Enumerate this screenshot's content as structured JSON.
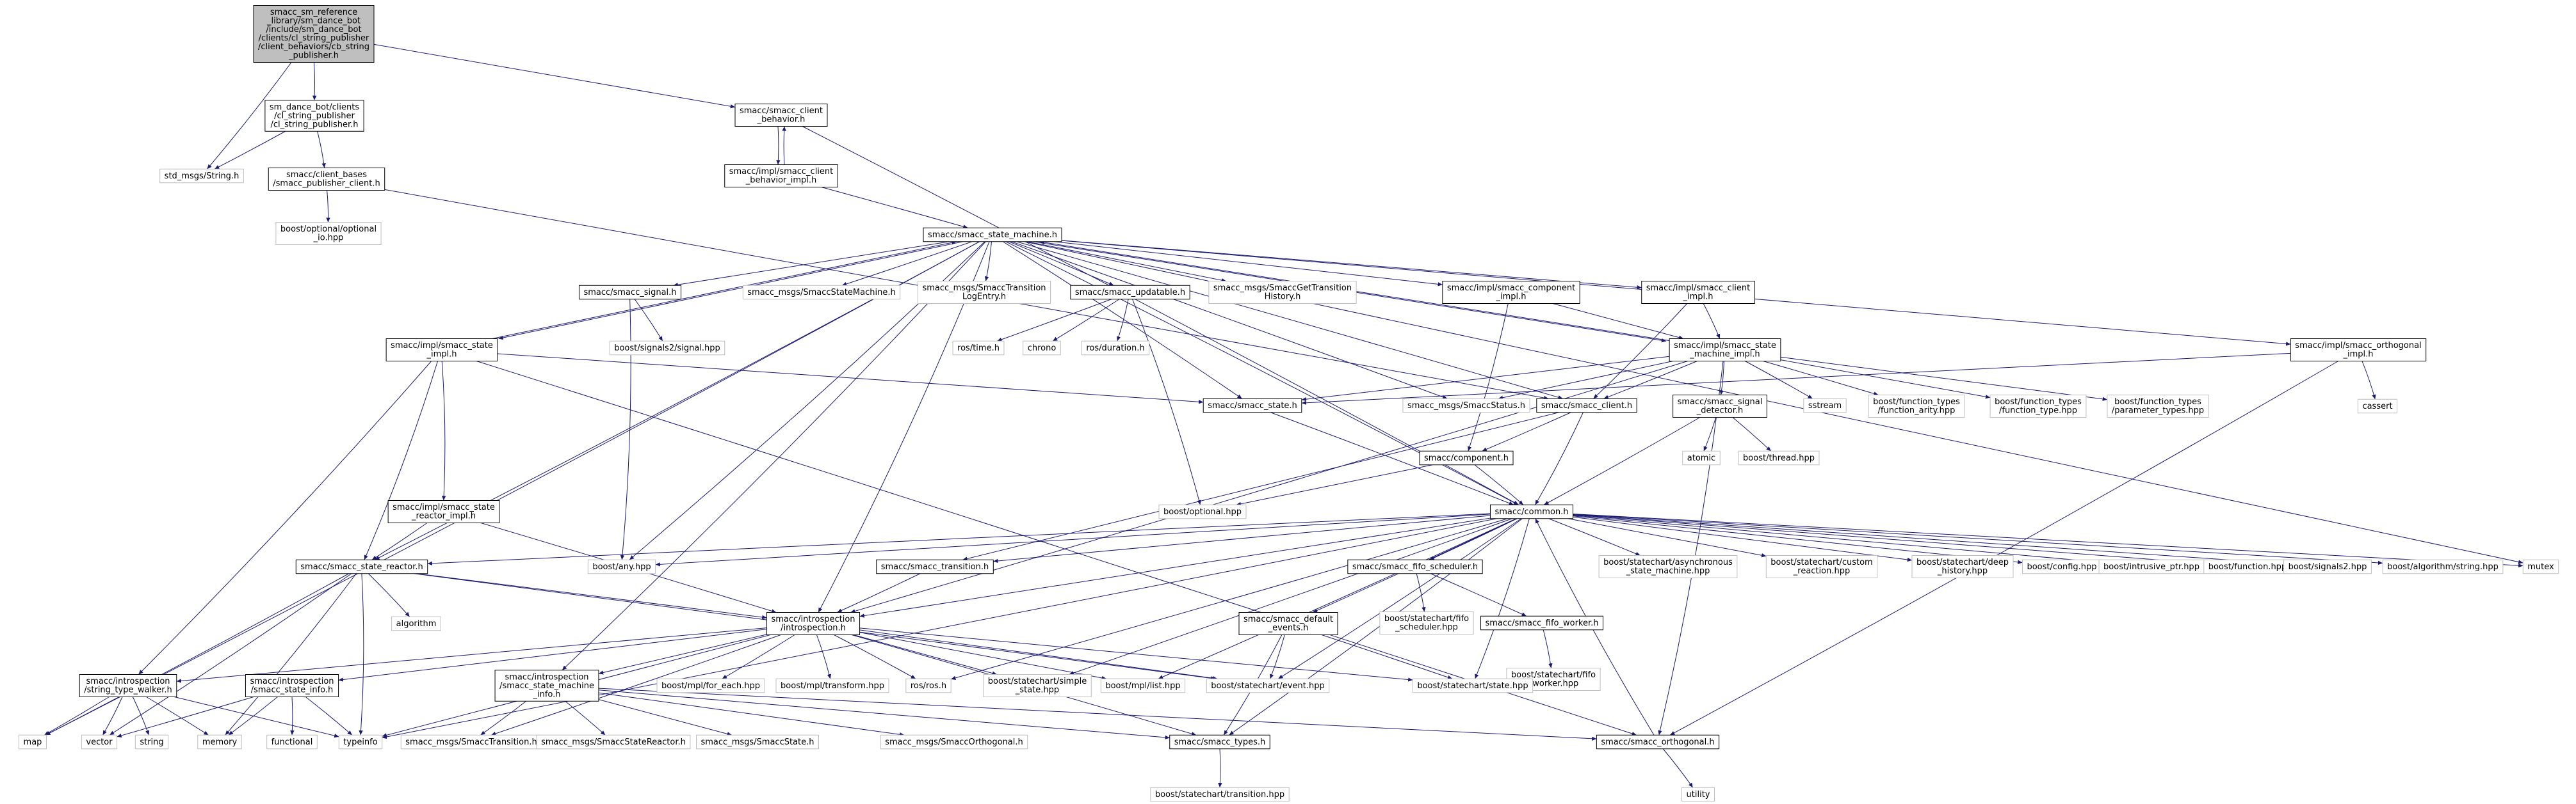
{
  "colors": {
    "edge": "#191970",
    "box_border": "#000000",
    "box_fill": "#ffffff",
    "root_fill": "#bfbfbf",
    "external_border": "#bfbfbf",
    "text": "#000000"
  },
  "nodes": [
    {
      "id": "root",
      "kind": "root",
      "lines": [
        "smacc_sm_reference",
        "_library/sm_dance_bot",
        "/include/sm_dance_bot",
        "/clients/cl_string_publisher",
        "/client_behaviors/cb_string",
        "_publisher.h"
      ]
    },
    {
      "id": "cl_string_publisher",
      "kind": "file",
      "lines": [
        "sm_dance_bot/clients",
        "/cl_string_publisher",
        "/cl_string_publisher.h"
      ]
    },
    {
      "id": "std_msgs_string",
      "kind": "external",
      "lines": [
        "std_msgs/String.h"
      ]
    },
    {
      "id": "smacc_publisher_client",
      "kind": "file",
      "lines": [
        "smacc/client_bases",
        "/smacc_publisher_client.h"
      ]
    },
    {
      "id": "boost_optional_io",
      "kind": "external",
      "lines": [
        "boost/optional/optional",
        "_io.hpp"
      ]
    },
    {
      "id": "smacc_client_behavior",
      "kind": "file",
      "lines": [
        "smacc/smacc_client",
        "_behavior.h"
      ]
    },
    {
      "id": "smacc_client_behavior_impl",
      "kind": "file",
      "lines": [
        "smacc/impl/smacc_client",
        "_behavior_impl.h"
      ]
    },
    {
      "id": "smacc_state_machine",
      "kind": "file",
      "lines": [
        "smacc/smacc_state_machine.h"
      ]
    },
    {
      "id": "smacc_signal",
      "kind": "file",
      "lines": [
        "smacc/smacc_signal.h"
      ]
    },
    {
      "id": "boost_signals2_signal",
      "kind": "external",
      "lines": [
        "boost/signals2/signal.hpp"
      ]
    },
    {
      "id": "smacc_msgs_state_machine",
      "kind": "external",
      "lines": [
        "smacc_msgs/SmaccStateMachine.h"
      ]
    },
    {
      "id": "smacc_msgs_transition_log",
      "kind": "external",
      "lines": [
        "smacc_msgs/SmaccTransition",
        "LogEntry.h"
      ]
    },
    {
      "id": "smacc_updatable",
      "kind": "file",
      "lines": [
        "smacc/smacc_updatable.h"
      ]
    },
    {
      "id": "ros_time",
      "kind": "external",
      "lines": [
        "ros/time.h"
      ]
    },
    {
      "id": "chrono",
      "kind": "external",
      "lines": [
        "chrono"
      ]
    },
    {
      "id": "ros_duration",
      "kind": "external",
      "lines": [
        "ros/duration.h"
      ]
    },
    {
      "id": "smacc_msgs_get_transition",
      "kind": "external",
      "lines": [
        "smacc_msgs/SmaccGetTransition",
        "History.h"
      ]
    },
    {
      "id": "smacc_component_impl",
      "kind": "file",
      "lines": [
        "smacc/impl/smacc_component",
        "_impl.h"
      ]
    },
    {
      "id": "smacc_client_impl",
      "kind": "file",
      "lines": [
        "smacc/impl/smacc_client",
        "_impl.h"
      ]
    },
    {
      "id": "smacc_state_machine_impl",
      "kind": "file",
      "lines": [
        "smacc/impl/smacc_state",
        "_machine_impl.h"
      ]
    },
    {
      "id": "smacc_orthogonal_impl",
      "kind": "file",
      "lines": [
        "smacc/impl/smacc_orthogonal",
        "_impl.h"
      ]
    },
    {
      "id": "cassert",
      "kind": "external",
      "lines": [
        "cassert"
      ]
    },
    {
      "id": "smacc_state_impl",
      "kind": "file",
      "lines": [
        "smacc/impl/smacc_state",
        "_impl.h"
      ]
    },
    {
      "id": "smacc_state",
      "kind": "file",
      "lines": [
        "smacc/smacc_state.h"
      ]
    },
    {
      "id": "smacc_msgs_status",
      "kind": "external",
      "lines": [
        "smacc_msgs/SmaccStatus.h"
      ]
    },
    {
      "id": "smacc_client",
      "kind": "file",
      "lines": [
        "smacc/smacc_client.h"
      ]
    },
    {
      "id": "smacc_signal_detector",
      "kind": "file",
      "lines": [
        "smacc/smacc_signal",
        "_detector.h"
      ]
    },
    {
      "id": "sstream",
      "kind": "external",
      "lines": [
        "sstream"
      ]
    },
    {
      "id": "bf_arity",
      "kind": "external",
      "lines": [
        "boost/function_types",
        "/function_arity.hpp"
      ]
    },
    {
      "id": "bf_type",
      "kind": "external",
      "lines": [
        "boost/function_types",
        "/function_type.hpp"
      ]
    },
    {
      "id": "bf_params",
      "kind": "external",
      "lines": [
        "boost/function_types",
        "/parameter_types.hpp"
      ]
    },
    {
      "id": "atomic",
      "kind": "external",
      "lines": [
        "atomic"
      ]
    },
    {
      "id": "boost_thread",
      "kind": "external",
      "lines": [
        "boost/thread.hpp"
      ]
    },
    {
      "id": "component",
      "kind": "file",
      "lines": [
        "smacc/component.h"
      ]
    },
    {
      "id": "boost_optional",
      "kind": "external",
      "lines": [
        "boost/optional.hpp"
      ]
    },
    {
      "id": "smacc_state_reactor_impl",
      "kind": "file",
      "lines": [
        "smacc/impl/smacc_state",
        "_reactor_impl.h"
      ]
    },
    {
      "id": "common",
      "kind": "file",
      "lines": [
        "smacc/common.h"
      ]
    },
    {
      "id": "smacc_state_reactor",
      "kind": "file",
      "lines": [
        "smacc/smacc_state_reactor.h"
      ]
    },
    {
      "id": "boost_any",
      "kind": "external",
      "lines": [
        "boost/any.hpp"
      ]
    },
    {
      "id": "smacc_transition",
      "kind": "file",
      "lines": [
        "smacc/smacc_transition.h"
      ]
    },
    {
      "id": "smacc_fifo_scheduler",
      "kind": "file",
      "lines": [
        "smacc/smacc_fifo_scheduler.h"
      ]
    },
    {
      "id": "sc_async",
      "kind": "external",
      "lines": [
        "boost/statechart/asynchronous",
        "_state_machine.hpp"
      ]
    },
    {
      "id": "sc_custom",
      "kind": "external",
      "lines": [
        "boost/statechart/custom",
        "_reaction.hpp"
      ]
    },
    {
      "id": "sc_deep",
      "kind": "external",
      "lines": [
        "boost/statechart/deep",
        "_history.hpp"
      ]
    },
    {
      "id": "boost_config",
      "kind": "external",
      "lines": [
        "boost/config.hpp"
      ]
    },
    {
      "id": "boost_intrusive",
      "kind": "external",
      "lines": [
        "boost/intrusive_ptr.hpp"
      ]
    },
    {
      "id": "boost_function",
      "kind": "external",
      "lines": [
        "boost/function.hpp"
      ]
    },
    {
      "id": "boost_signals2",
      "kind": "external",
      "lines": [
        "boost/signals2.hpp"
      ]
    },
    {
      "id": "boost_algo_string",
      "kind": "external",
      "lines": [
        "boost/algorithm/string.hpp"
      ]
    },
    {
      "id": "mutex",
      "kind": "external",
      "lines": [
        "mutex"
      ]
    },
    {
      "id": "sc_fifo_scheduler",
      "kind": "external",
      "lines": [
        "boost/statechart/fifo",
        "_scheduler.hpp"
      ]
    },
    {
      "id": "smacc_fifo_worker",
      "kind": "file",
      "lines": [
        "smacc/smacc_fifo_worker.h"
      ]
    },
    {
      "id": "sc_fifo_worker",
      "kind": "external",
      "lines": [
        "boost/statechart/fifo",
        "_worker.hpp"
      ]
    },
    {
      "id": "algorithm",
      "kind": "external",
      "lines": [
        "algorithm"
      ]
    },
    {
      "id": "introspection",
      "kind": "file",
      "lines": [
        "smacc/introspection",
        "/introspection.h"
      ]
    },
    {
      "id": "smacc_default_events",
      "kind": "file",
      "lines": [
        "smacc/smacc_default",
        "_events.h"
      ]
    },
    {
      "id": "string_type_walker",
      "kind": "file",
      "lines": [
        "smacc/introspection",
        "/string_type_walker.h"
      ]
    },
    {
      "id": "smacc_state_info",
      "kind": "file",
      "lines": [
        "smacc/introspection",
        "/smacc_state_info.h"
      ]
    },
    {
      "id": "sm_info",
      "kind": "file",
      "lines": [
        "smacc/introspection",
        "/smacc_state_machine",
        "_info.h"
      ]
    },
    {
      "id": "mpl_for_each",
      "kind": "external",
      "lines": [
        "boost/mpl/for_each.hpp"
      ]
    },
    {
      "id": "mpl_transform",
      "kind": "external",
      "lines": [
        "boost/mpl/transform.hpp"
      ]
    },
    {
      "id": "ros_ros",
      "kind": "external",
      "lines": [
        "ros/ros.h"
      ]
    },
    {
      "id": "sc_simple_state",
      "kind": "external",
      "lines": [
        "boost/statechart/simple",
        "_state.hpp"
      ]
    },
    {
      "id": "mpl_list",
      "kind": "external",
      "lines": [
        "boost/mpl/list.hpp"
      ]
    },
    {
      "id": "sc_event",
      "kind": "external",
      "lines": [
        "boost/statechart/event.hpp"
      ]
    },
    {
      "id": "sc_state",
      "kind": "external",
      "lines": [
        "boost/statechart/state.hpp"
      ]
    },
    {
      "id": "map",
      "kind": "external",
      "lines": [
        "map"
      ]
    },
    {
      "id": "vector",
      "kind": "external",
      "lines": [
        "vector"
      ]
    },
    {
      "id": "string",
      "kind": "external",
      "lines": [
        "string"
      ]
    },
    {
      "id": "memory",
      "kind": "external",
      "lines": [
        "memory"
      ]
    },
    {
      "id": "functional",
      "kind": "external",
      "lines": [
        "functional"
      ]
    },
    {
      "id": "typeinfo",
      "kind": "external",
      "lines": [
        "typeinfo"
      ]
    },
    {
      "id": "msgs_transition",
      "kind": "external",
      "lines": [
        "smacc_msgs/SmaccTransition.h"
      ]
    },
    {
      "id": "msgs_state_reactor",
      "kind": "external",
      "lines": [
        "smacc_msgs/SmaccStateReactor.h"
      ]
    },
    {
      "id": "msgs_state",
      "kind": "external",
      "lines": [
        "smacc_msgs/SmaccState.h"
      ]
    },
    {
      "id": "msgs_orthogonal",
      "kind": "external",
      "lines": [
        "smacc_msgs/SmaccOrthogonal.h"
      ]
    },
    {
      "id": "smacc_types",
      "kind": "file",
      "lines": [
        "smacc/smacc_types.h"
      ]
    },
    {
      "id": "smacc_orthogonal",
      "kind": "file",
      "lines": [
        "smacc/smacc_orthogonal.h"
      ]
    },
    {
      "id": "sc_transition",
      "kind": "external",
      "lines": [
        "boost/statechart/transition.hpp"
      ]
    },
    {
      "id": "utility",
      "kind": "external",
      "lines": [
        "utility"
      ]
    }
  ]
}
